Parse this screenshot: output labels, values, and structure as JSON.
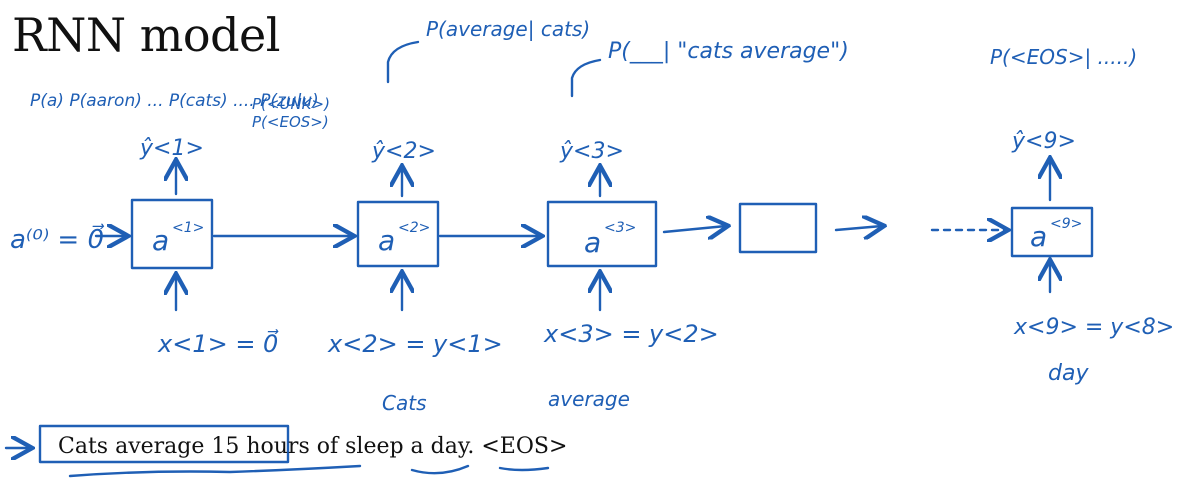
{
  "slide": {
    "title": "RNN model",
    "sentence": "Cats average 15 hours of sleep a day. <EOS>"
  },
  "annotations": {
    "vocab_probs": "P(a) P(aaron) ... P(cats) .... P(zulu)",
    "unk_prob": "P(<UNK>)",
    "eos_prob": "P(<EOS>)",
    "step2_prob": "P(average| cats)",
    "step3_prob": "P(___| \"cats average\")",
    "step9_prob": "P(<EOS>| .....)"
  },
  "diagram": {
    "a0": "a⁽⁰⁾ = 0⃗",
    "cells": [
      {
        "label": "a",
        "sup": "<1>",
        "output": "ŷ<1>",
        "input": "x<1> = 0⃗",
        "word": ""
      },
      {
        "label": "a",
        "sup": "<2>",
        "output": "ŷ<2>",
        "input": "x<2> = y<1>",
        "word": "Cats"
      },
      {
        "label": "a",
        "sup": "<3>",
        "output": "ŷ<3>",
        "input": "x<3> = y<2>",
        "word": "average"
      },
      {
        "label": "",
        "sup": "",
        "output": "",
        "input": "",
        "word": ""
      },
      {
        "label": "a",
        "sup": "<9>",
        "output": "ŷ<9>",
        "input": "x<9> = y<8>",
        "word": "day"
      }
    ]
  },
  "colors": {
    "ink": "#1f5fb5",
    "text": "#111111",
    "background": "#ffffff"
  }
}
